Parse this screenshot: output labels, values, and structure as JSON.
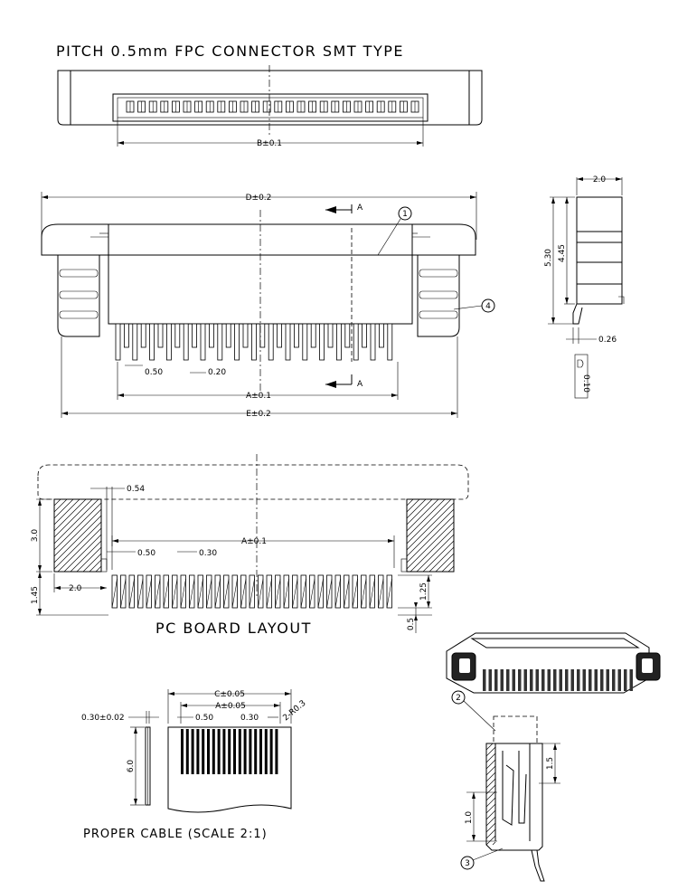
{
  "title": "PITCH 0.5mm FPC  CONNECTOR SMT TYPE",
  "top_view": {
    "dim_b": "B±0.1"
  },
  "front_view": {
    "dim_d": "D±0.2",
    "dim_pitch": "0.50",
    "dim_width": "0.20",
    "dim_a": "A±0.1",
    "dim_e": "E±0.2",
    "section_top": "A",
    "section_bottom": "A",
    "balloon_1": "1",
    "balloon_4": "4"
  },
  "side_view": {
    "dim_width": "2.0",
    "dim_h1": "5.30",
    "dim_h2": "4.45",
    "dim_t": "0.26",
    "dim_small": "0.10"
  },
  "pcb_layout": {
    "dim_054": "0.54",
    "dim_30": "3.0",
    "dim_a": "A±0.1",
    "dim_pitch": "0.50",
    "dim_width": "0.30",
    "dim_145": "1.45",
    "dim_20": "2.0",
    "dim_125": "1.25",
    "dim_05": "0.5",
    "label": "PC BOARD LAYOUT"
  },
  "cable": {
    "dim_c": "C±0.05",
    "dim_a": "A±0.05",
    "dim_thick": "0.30±0.02",
    "dim_pitch": "0.50",
    "dim_width": "0.30",
    "dim_radius": "2-R0.3",
    "dim_len": "6.0",
    "label": "PROPER CABLE (SCALE 2:1)"
  },
  "detail": {
    "balloon_2": "2",
    "balloon_3": "3",
    "dim_15": "1.5",
    "dim_10": "1.0"
  }
}
